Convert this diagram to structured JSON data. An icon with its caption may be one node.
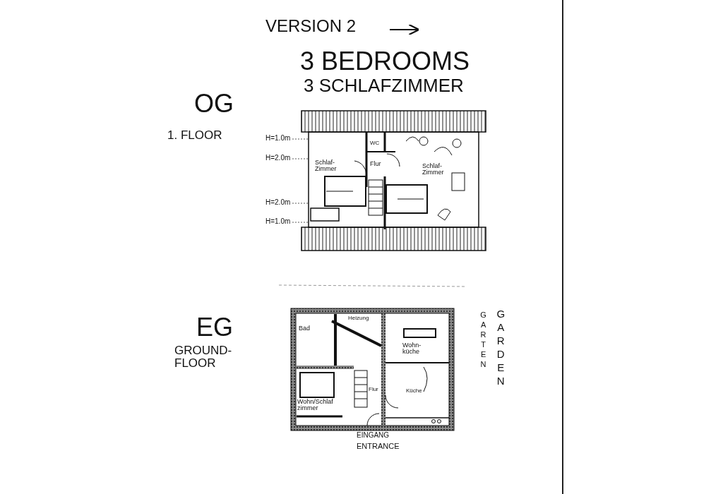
{
  "diagram": {
    "labels": [
      "VERSION 2",
      "3 BEDROOMS",
      "3 SCHLAFZIMMER",
      "OG",
      "1. FLOOR",
      "H=1.0m",
      "H=2.0m",
      "H=2.0m",
      "H=1.0m",
      "WC",
      "Schlaf-Zimmer",
      "Flur",
      "Schlaf- Zimmer",
      "EG",
      "GROUND- FLOOR",
      "Bad",
      "Heizung",
      "Wohn- küche",
      "Flur",
      "Küche",
      "Wohn/Schlaf zimmer",
      "GARTEN",
      "GARDEN",
      "EINGANG",
      "ENTRANCE"
    ]
  }
}
